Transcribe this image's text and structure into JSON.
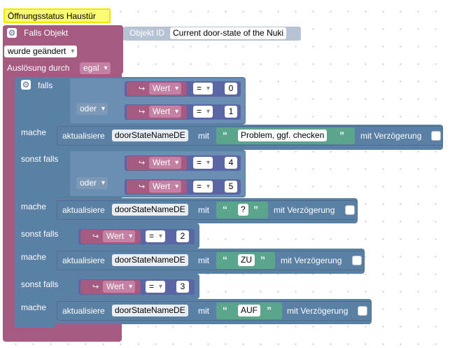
{
  "comment": "Öffnungsstatus Haustür",
  "trigger": {
    "falls_objekt": "Falls Objekt",
    "objekt_id_label": "Objekt ID",
    "objekt_id_value": "Current door-state of the Nuki",
    "wurde_geaendert": "wurde geändert",
    "ausloesung_durch": "Auslösung durch",
    "egal": "egal"
  },
  "if_block": {
    "falls": "falls",
    "oder": "oder",
    "mache": "mache",
    "sonst_falls": "sonst falls"
  },
  "compare": {
    "wert": "Wert",
    "eq": "="
  },
  "update": {
    "aktualisiere": "aktualisiere",
    "variable": "doorStateNameDE",
    "mit": "mit",
    "mit_verzoegerung": "mit Verzögerung"
  },
  "conditions": {
    "c1a": "0",
    "c1b": "1",
    "c2a": "4",
    "c2b": "5",
    "c3": "2",
    "c4": "3"
  },
  "values": {
    "v1": "Problem, ggf. checken",
    "v2": "?",
    "v3": "ZU",
    "v4": "AUF"
  },
  "colors": {
    "trigger": "#a55b80",
    "logic": "#5b80a5",
    "text": "#5ba58c",
    "math": "#5b67a5",
    "comment": "#ffff00"
  }
}
